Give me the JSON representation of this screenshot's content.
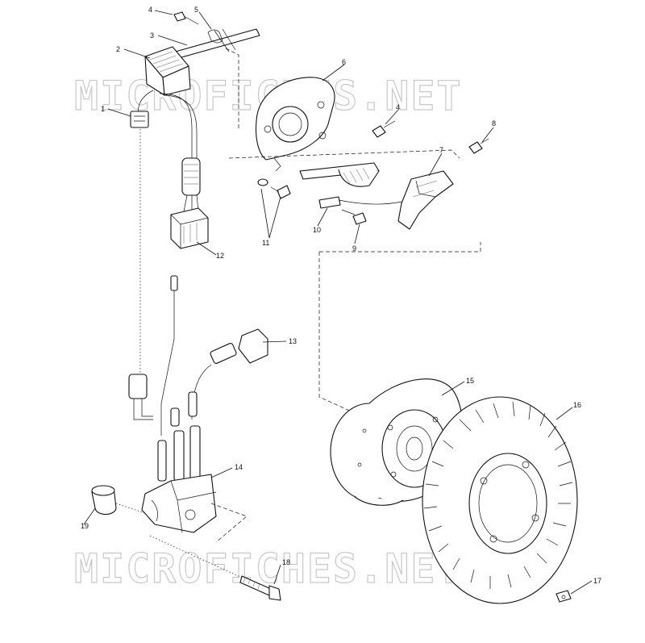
{
  "watermark": {
    "text": "MICROFICHES.NET"
  },
  "callouts": {
    "c1": "1",
    "c2": "2",
    "c3": "3",
    "c4a": "4",
    "c4b": "4",
    "c5": "5",
    "c6": "6",
    "c7": "7",
    "c8": "8",
    "c9": "9",
    "c10": "10",
    "c11": "11",
    "c12": "12",
    "c13": "13",
    "c14": "14",
    "c15": "15",
    "c16": "16",
    "c17": "17",
    "c18": "18",
    "c19": "19"
  }
}
